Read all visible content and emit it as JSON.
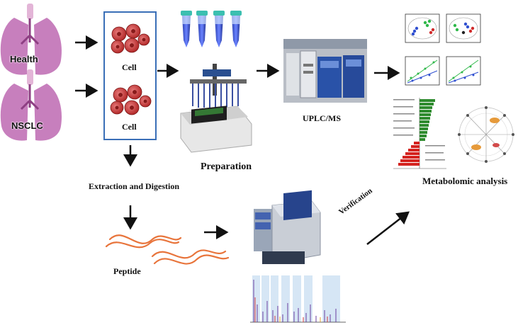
{
  "groups": {
    "health_label": "Health",
    "nsclc_label": "NSCLC"
  },
  "cells": {
    "top_label": "Cell",
    "bottom_label": "Cell"
  },
  "steps": {
    "preparation": "Preparation",
    "uplc_ms": "UPLC/MS",
    "extraction": "Extraction and Digestion",
    "peptide": "Peptide",
    "verification": "Verification",
    "metabolomic": "Metabolomic analysis"
  },
  "colors": {
    "lung": "#c77fbd",
    "cell": "#d24b4b",
    "box_border": "#3a6fb7",
    "peptide": "#e8743b",
    "tube_blue": "#3b55c9",
    "pca_blue": "#3050d0",
    "pca_green": "#2fb84a",
    "pca_red": "#d02a2a",
    "bar_green": "#2e8b2e",
    "bar_red": "#d4231f"
  },
  "icons": [
    "lung-icon",
    "cell-cluster-icon",
    "tube-icon",
    "evaporator-icon",
    "uplc-ms-icon",
    "mass-spectrometer-icon",
    "spectrum-chart",
    "pca-plot",
    "permutation-plot",
    "bar-chart",
    "pathway-network"
  ]
}
